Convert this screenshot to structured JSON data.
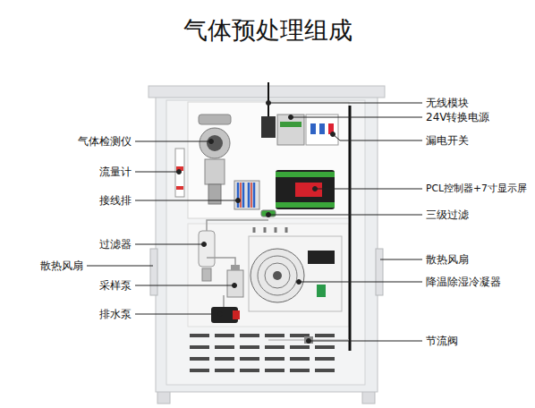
{
  "diagram": {
    "title": "气体预处理组成",
    "labels": [
      "气体检测仪",
      "流量计",
      "接线排",
      "过滤器",
      "散热风扇",
      "采样泵",
      "排水泵",
      "无线模块",
      "24V转换电源",
      "漏电开关",
      "PCL控制器+7寸显示屏",
      "三级过滤",
      "散热风扇",
      "降温除湿冷凝器",
      "节流阀"
    ]
  }
}
